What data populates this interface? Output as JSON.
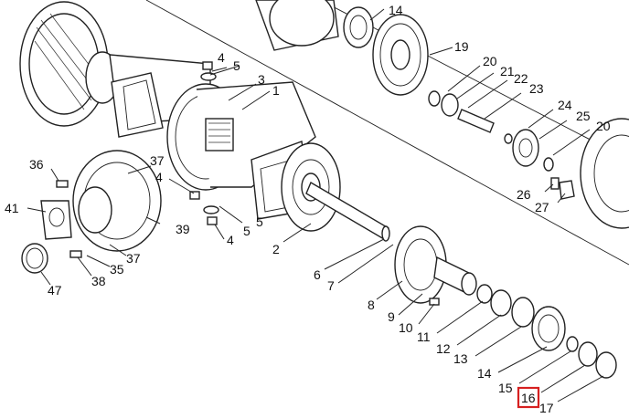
{
  "diagram": {
    "highlight_color": "#d62020",
    "line_color": "#222222",
    "highlighted_label": "16",
    "callouts": [
      {
        "id": "c1",
        "text": "1"
      },
      {
        "id": "c2",
        "text": "2"
      },
      {
        "id": "c3",
        "text": "3"
      },
      {
        "id": "c4a",
        "text": "4"
      },
      {
        "id": "c4b",
        "text": "4"
      },
      {
        "id": "c4c",
        "text": "4"
      },
      {
        "id": "c5a",
        "text": "5"
      },
      {
        "id": "c5b",
        "text": "5"
      },
      {
        "id": "c5c",
        "text": "5"
      },
      {
        "id": "c6",
        "text": "6"
      },
      {
        "id": "c7",
        "text": "7"
      },
      {
        "id": "c8",
        "text": "8"
      },
      {
        "id": "c9",
        "text": "9"
      },
      {
        "id": "c10",
        "text": "10"
      },
      {
        "id": "c11",
        "text": "11"
      },
      {
        "id": "c12",
        "text": "12"
      },
      {
        "id": "c13",
        "text": "13"
      },
      {
        "id": "c14a",
        "text": "14"
      },
      {
        "id": "c14b",
        "text": "14"
      },
      {
        "id": "c15",
        "text": "15"
      },
      {
        "id": "c16",
        "text": "16"
      },
      {
        "id": "c17",
        "text": "17"
      },
      {
        "id": "c19",
        "text": "19"
      },
      {
        "id": "c20a",
        "text": "20"
      },
      {
        "id": "c20b",
        "text": "20"
      },
      {
        "id": "c21",
        "text": "21"
      },
      {
        "id": "c22",
        "text": "22"
      },
      {
        "id": "c23",
        "text": "23"
      },
      {
        "id": "c24",
        "text": "24"
      },
      {
        "id": "c25",
        "text": "25"
      },
      {
        "id": "c26",
        "text": "26"
      },
      {
        "id": "c27",
        "text": "27"
      },
      {
        "id": "c35",
        "text": "35"
      },
      {
        "id": "c36",
        "text": "36"
      },
      {
        "id": "c37a",
        "text": "37"
      },
      {
        "id": "c37b",
        "text": "37"
      },
      {
        "id": "c38",
        "text": "38"
      },
      {
        "id": "c39",
        "text": "39"
      },
      {
        "id": "c41",
        "text": "41"
      },
      {
        "id": "c47",
        "text": "47"
      }
    ]
  }
}
